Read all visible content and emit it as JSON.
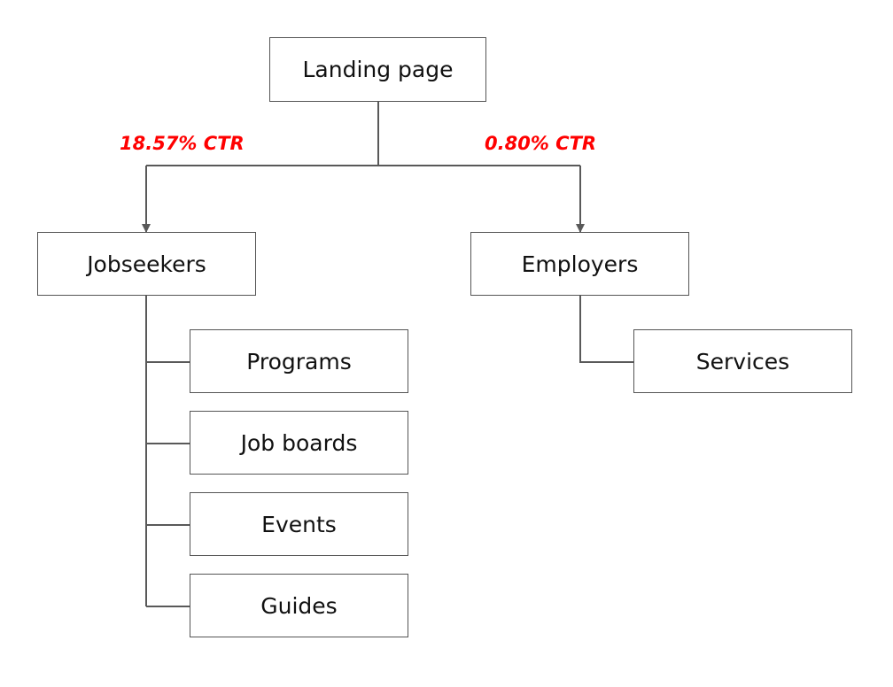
{
  "colors": {
    "line": "#595959",
    "ctr_text": "#ff0000"
  },
  "nodes": {
    "root": "Landing page",
    "jobseekers": "Jobseekers",
    "employers": "Employers",
    "jobseeker_children": [
      "Programs",
      "Job boards",
      "Events",
      "Guides"
    ],
    "employer_children": [
      "Services"
    ]
  },
  "edges": {
    "jobseekers_ctr": "18.57% CTR",
    "employers_ctr": "0.80% CTR"
  }
}
